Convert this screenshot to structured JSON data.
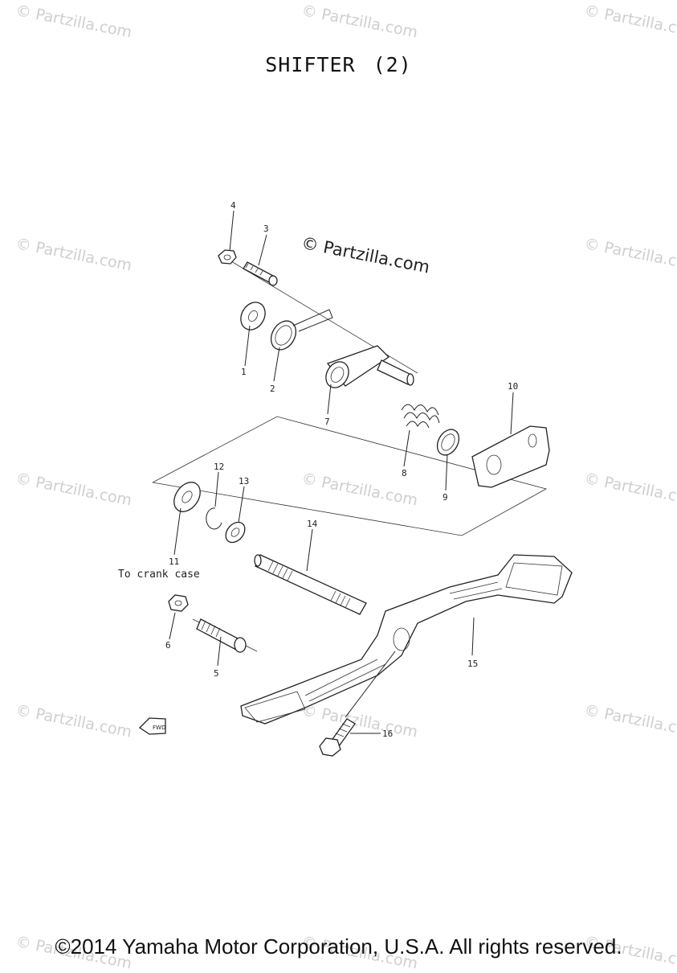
{
  "diagram": {
    "title": "SHIFTER",
    "page_number": "(2)",
    "crank_case_note": "To crank case",
    "fwd_label": "FWD",
    "copyright": "©2014 Yamaha Motor Corporation, U.S.A. All rights reserved.",
    "watermark_main": "© Partzilla.com",
    "watermark_faint": "© Partzilla.com",
    "callouts": [
      "1",
      "2",
      "3",
      "4",
      "5",
      "6",
      "7",
      "8",
      "9",
      "10",
      "11",
      "12",
      "13",
      "14",
      "15",
      "16"
    ]
  }
}
